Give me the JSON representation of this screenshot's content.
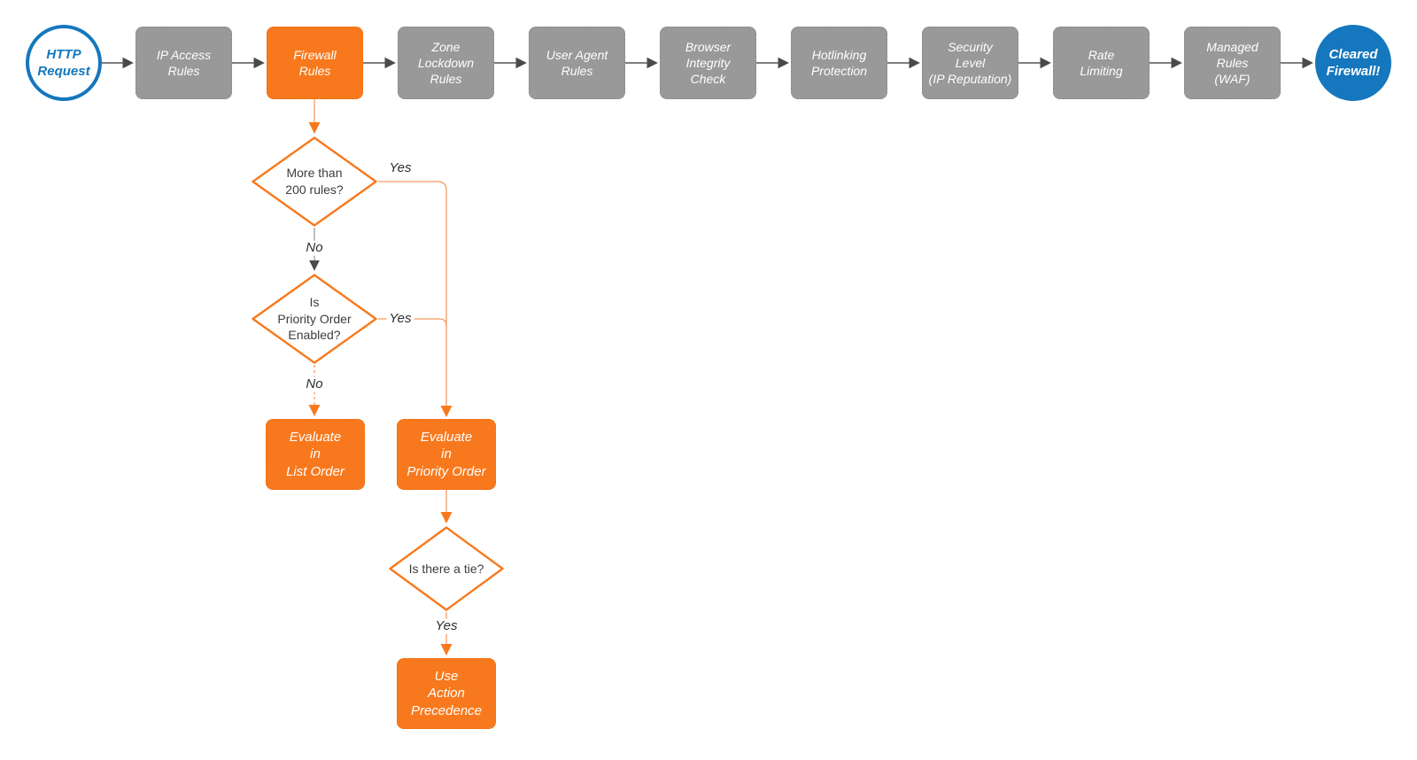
{
  "colors": {
    "orange": "#F8791D",
    "orange_line": "#F59A62",
    "gray_node": "#999999",
    "blue": "#1577BD",
    "arrow_gray": "#4a4a4a"
  },
  "pipeline": {
    "start_label": "HTTP\nRequest",
    "steps": [
      {
        "label": "IP Access\nRules"
      },
      {
        "label": "Firewall\nRules"
      },
      {
        "label": "Zone\nLockdown\nRules"
      },
      {
        "label": "User Agent\nRules"
      },
      {
        "label": "Browser\nIntegrity\nCheck"
      },
      {
        "label": "Hotlinking\nProtection"
      },
      {
        "label": "Security\nLevel\n(IP Reputation)"
      },
      {
        "label": "Rate\nLimiting"
      },
      {
        "label": "Managed\nRules\n(WAF)"
      }
    ],
    "end_label": "Cleared\nFirewall!"
  },
  "branch": {
    "decision1": {
      "label": "More than\n200 rules?",
      "yes": "Yes",
      "no": "No"
    },
    "decision2": {
      "label": "Is\nPriority Order\nEnabled?",
      "yes": "Yes",
      "no": "No"
    },
    "decision3": {
      "label": "Is there a tie?",
      "yes": "Yes"
    },
    "action_list_order": {
      "label": "Evaluate\nin\nList Order"
    },
    "action_priority_order": {
      "label": "Evaluate\nin\nPriority Order"
    },
    "action_precedence": {
      "label": "Use\nAction\nPrecedence"
    }
  }
}
